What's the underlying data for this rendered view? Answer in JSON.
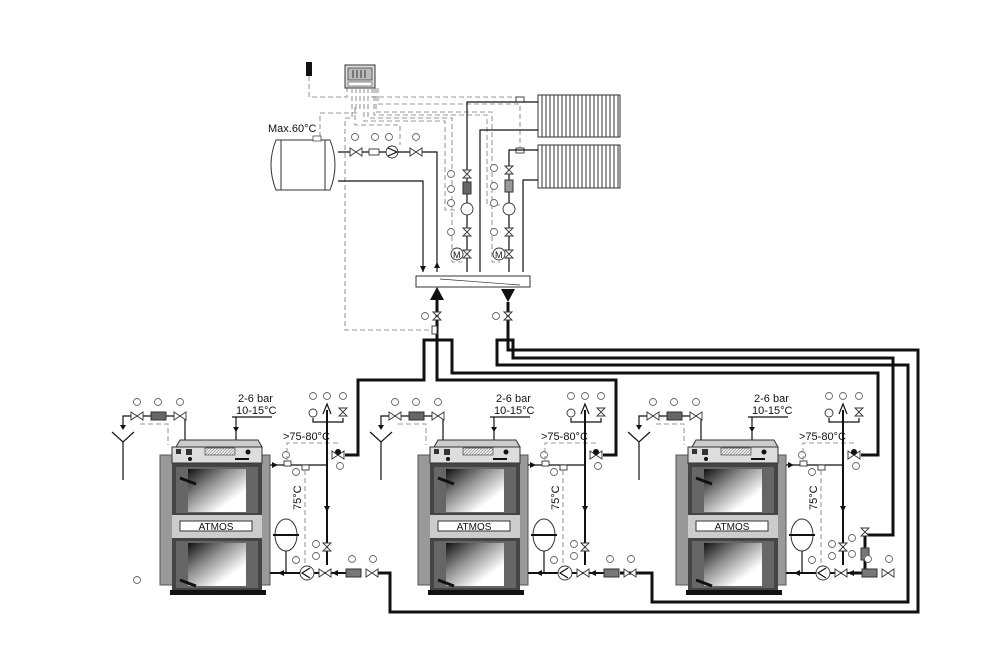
{
  "storage_tank": {
    "max_temp_label": "Max.60°C"
  },
  "boilers": [
    {
      "brand": "ATMOS",
      "pressure": "2-6 bar",
      "inlet_temp": "10-15°C",
      "supply_temp": ">75-80°C",
      "return_temp": "75°C"
    },
    {
      "brand": "ATMOS",
      "pressure": "2-6 bar",
      "inlet_temp": "10-15°C",
      "supply_temp": ">75-80°C",
      "return_temp": "75°C"
    },
    {
      "brand": "ATMOS",
      "pressure": "2-6 bar",
      "inlet_temp": "10-15°C",
      "supply_temp": ">75-80°C",
      "return_temp": "75°C"
    }
  ],
  "colors": {
    "pipe": "#111111",
    "signal": "#999999",
    "casing": "#999999",
    "body": "#444444"
  }
}
